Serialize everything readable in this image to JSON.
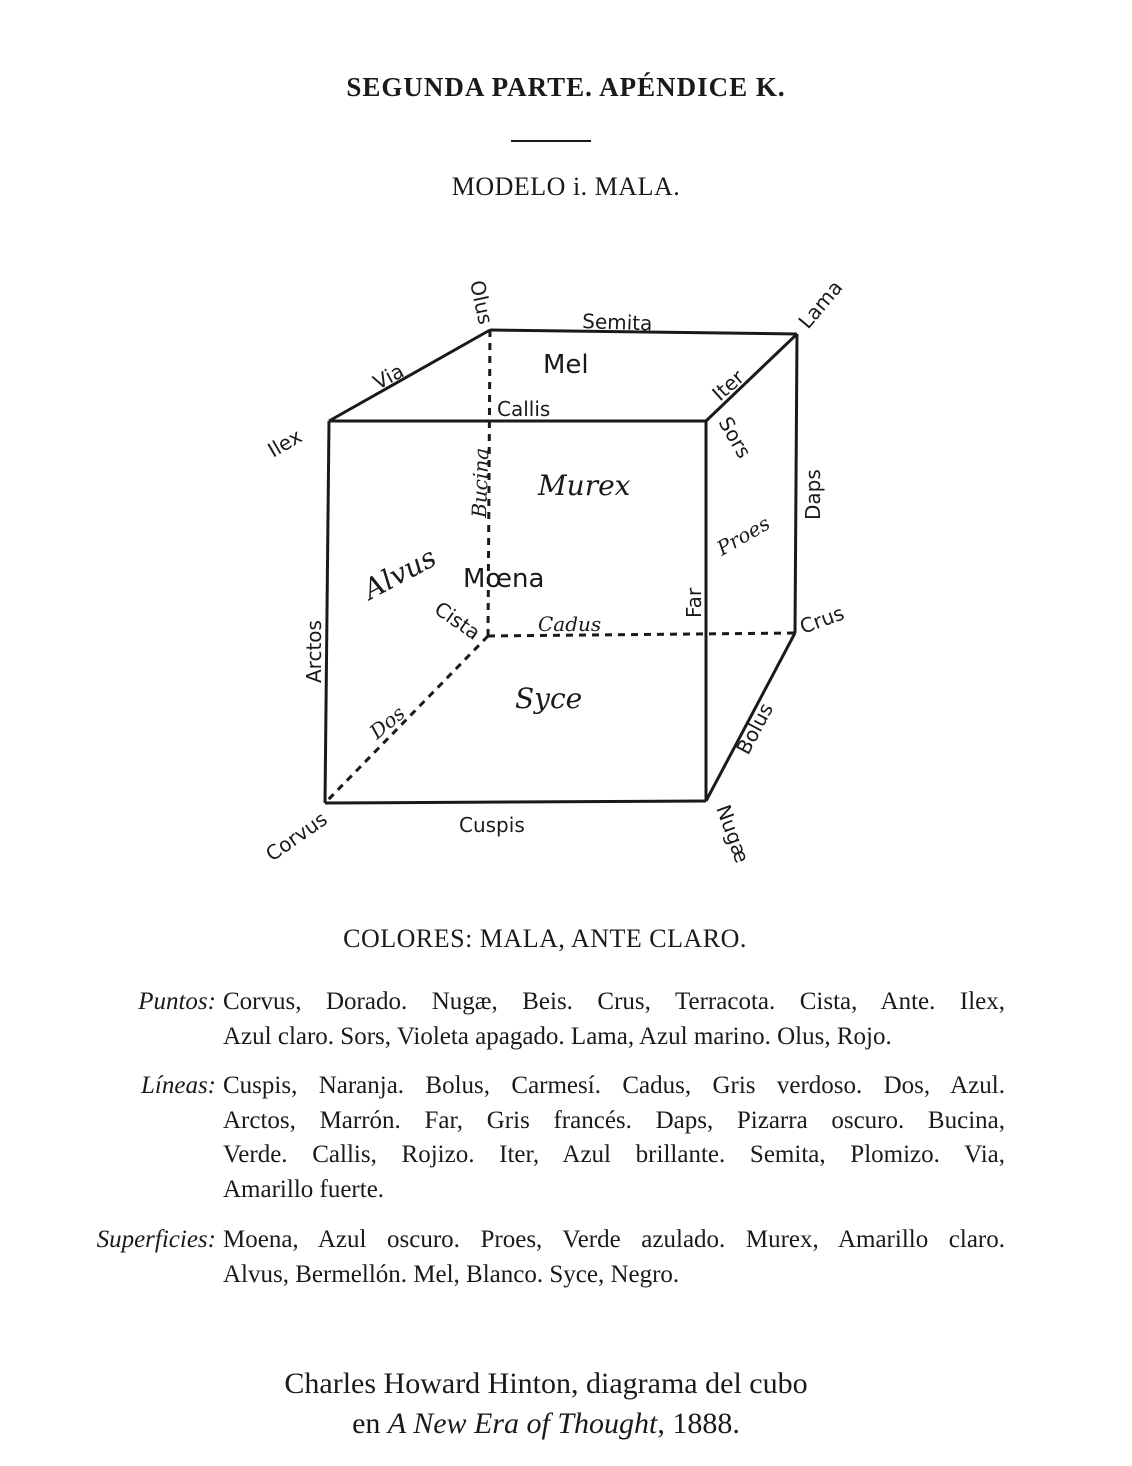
{
  "header": "SEGUNDA PARTE. APÉNDICE K.",
  "subheader": "MODELO i. MALA.",
  "diagram": {
    "vertices": {
      "olus": "Olus",
      "lama": "Lama",
      "ilex": "Ilex",
      "sors": "Sors",
      "cista": "Cista",
      "crus": "Crus",
      "corvus": "Corvus",
      "nugae": "Nugæ"
    },
    "edges": {
      "semita": "Semita",
      "via": "Via",
      "iter": "Iter",
      "callis": "Callis",
      "bucina": "Bucina",
      "daps": "Daps",
      "arctos": "Arctos",
      "far": "Far",
      "cadus": "Cadus",
      "dos": "Dos",
      "bolus": "Bolus",
      "cuspis": "Cuspis"
    },
    "faces": {
      "mel": "Mel",
      "murex": "Murex",
      "moena": "Mœna",
      "alvus": "Alvus",
      "proes": "Proes",
      "syce": "Syce"
    }
  },
  "colors_title": "COLORES: MALA, ANTE CLARO.",
  "entries": [
    {
      "key": "Puntos:",
      "lines": [
        "Corvus, Dorado. Nugæ, Beis. Crus, Terracota. Cista, Ante. Ilex,",
        "Azul claro. Sors, Violeta apagado. Lama, Azul marino. Olus, Rojo."
      ]
    },
    {
      "key": "Líneas:",
      "lines": [
        "Cuspis, Naranja. Bolus, Carmesí. Cadus, Gris verdoso. Dos, Azul.",
        "Arctos, Marrón. Far, Gris francés. Daps, Pizarra oscuro. Bucina,",
        "Verde. Callis, Rojizo. Iter, Azul brillante. Semita, Plomizo. Via,",
        "Amarillo fuerte."
      ]
    },
    {
      "key": "Superficies:",
      "lines": [
        "Moena, Azul oscuro. Proes, Verde azulado. Murex, Amarillo claro.",
        "Alvus, Bermellón. Mel, Blanco. Syce, Negro."
      ]
    }
  ],
  "caption": {
    "line1": "Charles Howard Hinton, diagrama del cubo",
    "line2_prefix": "en ",
    "line2_title": "A New Era of Thought",
    "line2_suffix": ", 1888."
  }
}
